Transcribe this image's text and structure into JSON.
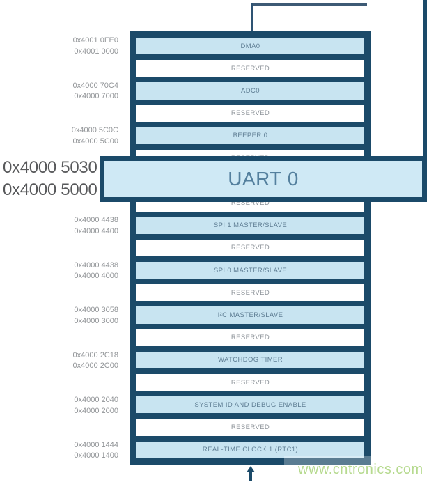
{
  "diagram": {
    "rows": [
      {
        "label": "DMA0"
      },
      {
        "label": "RESERVED"
      },
      {
        "label": "ADC0"
      },
      {
        "label": "RESERVED"
      },
      {
        "label": "BEEPER 0"
      },
      {
        "label": "RESERVED"
      },
      {
        "label": "UART 0"
      },
      {
        "label": "RESERVED"
      },
      {
        "label": "SPI 1 MASTER/SLAVE"
      },
      {
        "label": "RESERVED"
      },
      {
        "label": "SPI 0 MASTER/SLAVE"
      },
      {
        "label": "RESERVED"
      },
      {
        "label": "I²C MASTER/SLAVE"
      },
      {
        "label": "RESERVED"
      },
      {
        "label": "WATCHDOG TIMER"
      },
      {
        "label": "RESERVED"
      },
      {
        "label": "SYSTEM ID AND DEBUG ENABLE"
      },
      {
        "label": "RESERVED"
      },
      {
        "label": "REAL-TIME CLOCK 1 (RTC1)"
      }
    ],
    "address_labels": [
      {
        "end": "0x4001 0FE0",
        "start": "0x4001 0000"
      },
      {
        "end": "0x4000 70C4",
        "start": "0x4000 7000"
      },
      {
        "end": "0x4000 5C0C",
        "start": "0x4000 5C00"
      },
      {
        "end": "0x4000 4438",
        "start": "0x4000 4400"
      },
      {
        "end": "0x4000 4438",
        "start": "0x4000 4000"
      },
      {
        "end": "0x4000 3058",
        "start": "0x4000 3000"
      },
      {
        "end": "0x4000 2C18",
        "start": "0x4000 2C00"
      },
      {
        "end": "0x4000 2040",
        "start": "0x4000 2000"
      },
      {
        "end": "0x4000 1444",
        "start": "0x4000 1400"
      }
    ],
    "callout": {
      "address_end": "0x4000 5030",
      "address_start": "0x4000 5000",
      "label": "UART 0"
    },
    "watermark": "www.cntronics.com",
    "colors": {
      "border_navy": "#1b4a69",
      "row_fill_blue": "#c8e4f1",
      "callout_fill": "#cfe9f5",
      "row_label_blue": "#5f7e94",
      "reserved_label_gray": "#8d9399",
      "address_gray": "#929598",
      "callout_address_gray": "#57585a",
      "watermark_green": "#b6da8f"
    }
  }
}
